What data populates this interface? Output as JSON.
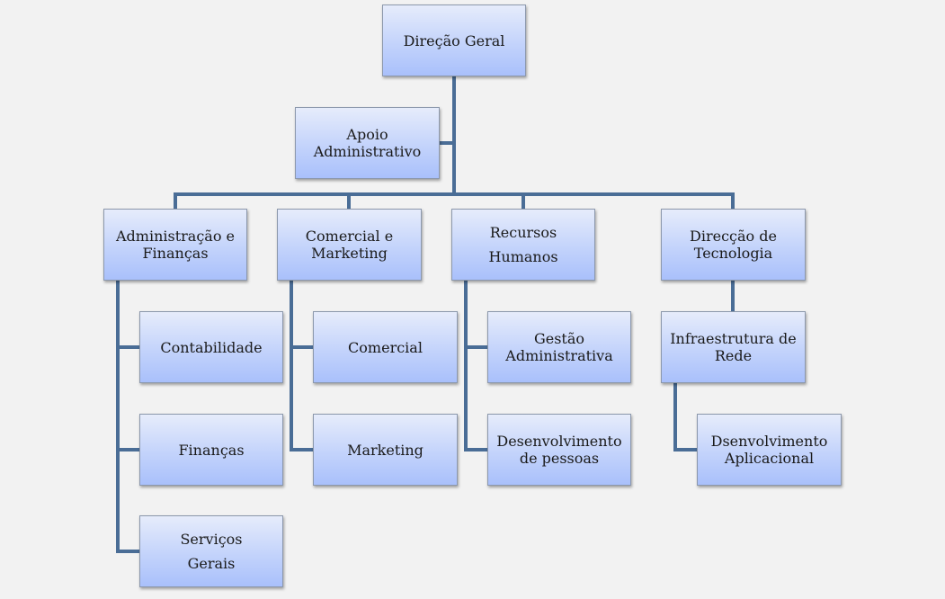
{
  "org_chart": {
    "colors": {
      "connector": "#4a6d96",
      "box_top": "#e6ecfb",
      "box_bottom": "#a9c0fb",
      "box_border": "#8c98ac",
      "background": "#f2f2f2"
    },
    "root": {
      "label": "Direção Geral"
    },
    "assistant": {
      "label": "Apoio\nAdministrativo"
    },
    "departments": [
      {
        "label": "Administração e\nFinanças",
        "children": [
          "Contabilidade",
          "Finanças",
          "Serviços\nGerais"
        ]
      },
      {
        "label": "Comercial e\nMarketing",
        "children": [
          "Comercial",
          "Marketing"
        ]
      },
      {
        "label": "Recursos\nHumanos",
        "children": [
          "Gestão\nAdministrativa",
          "Desenvolvimento\nde pessoas"
        ]
      },
      {
        "label": "Direcção de\nTecnologia",
        "children": [
          "Infraestrutura  de\nRede"
        ],
        "sub_children": [
          "Dsenvolvimento\nAplicacional"
        ]
      }
    ]
  }
}
